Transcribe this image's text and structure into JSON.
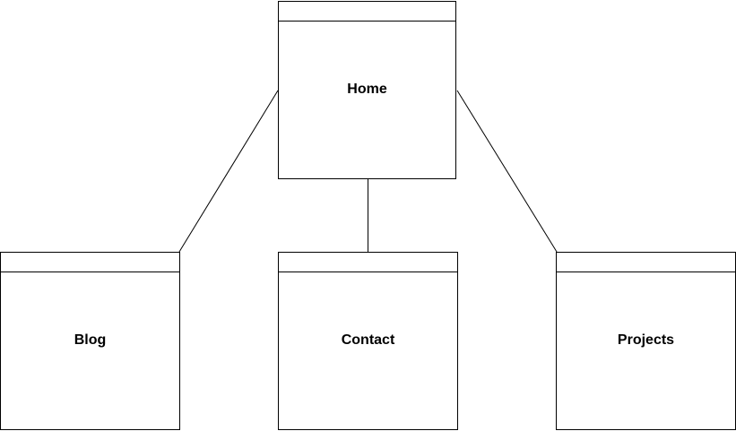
{
  "diagram": {
    "nodes": {
      "home": {
        "label": "Home"
      },
      "blog": {
        "label": "Blog"
      },
      "contact": {
        "label": "Contact"
      },
      "projects": {
        "label": "Projects"
      }
    },
    "edges": [
      {
        "from": "home",
        "to": "blog"
      },
      {
        "from": "home",
        "to": "contact"
      },
      {
        "from": "home",
        "to": "projects"
      }
    ],
    "colors": {
      "stroke": "#000000",
      "fill": "#ffffff",
      "text": "#000000"
    }
  }
}
